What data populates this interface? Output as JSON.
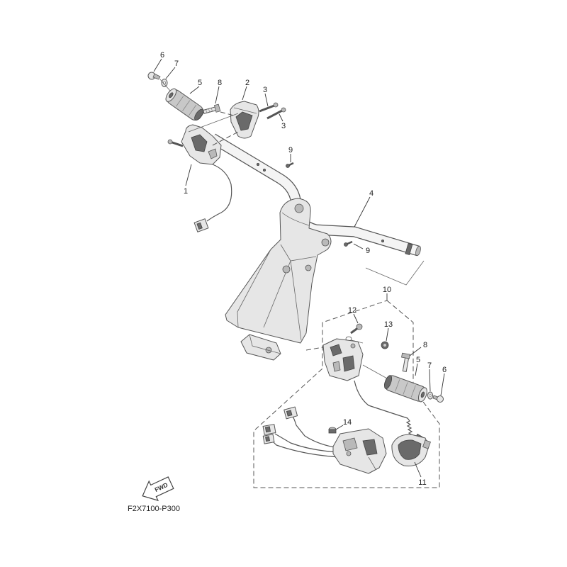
{
  "callouts": [
    "6",
    "7",
    "5",
    "8",
    "2",
    "3",
    "3",
    "9",
    "1",
    "4",
    "9",
    "10",
    "12",
    "13",
    "8",
    "5",
    "7",
    "6",
    "14",
    "11"
  ],
  "fwd_label": "FWD",
  "caption": "F2X7100-P300"
}
